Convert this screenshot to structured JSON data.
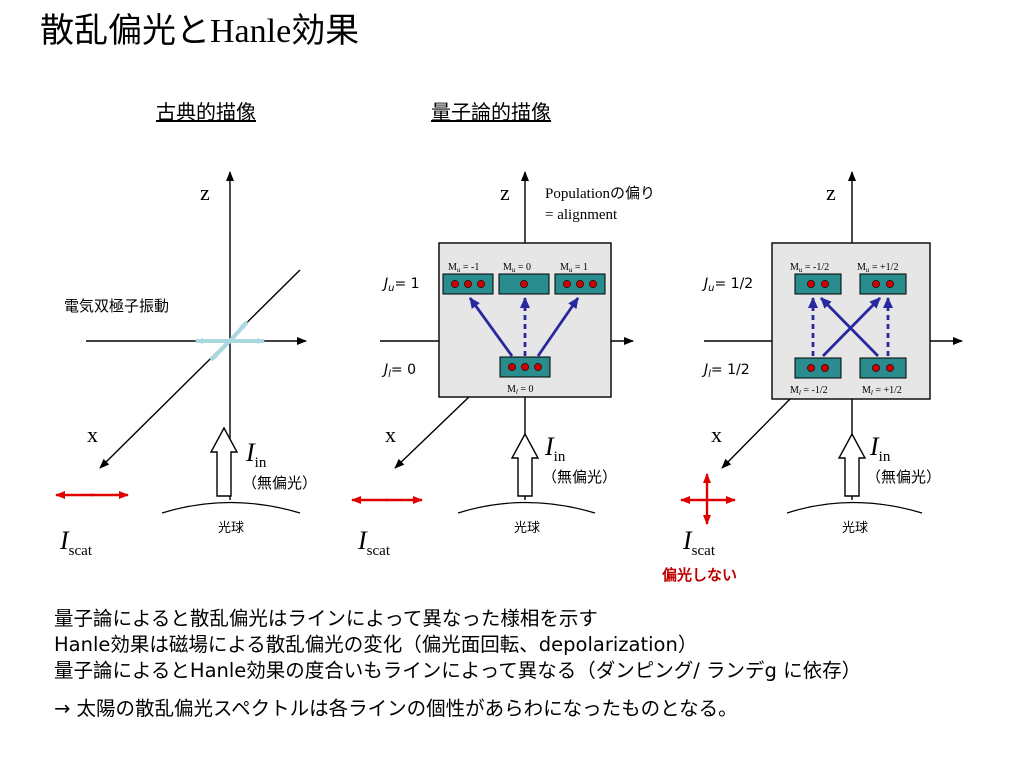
{
  "title": {
    "p1": "散乱偏光と",
    "p2": "Hanle",
    "p3": "効果"
  },
  "sections": {
    "classical": "古典的描像",
    "quantum": "量子論的描像"
  },
  "classical": {
    "z": "z",
    "x": "x",
    "dipole_label": "電気双極子振動",
    "photosphere": "光球",
    "i_in": "I",
    "i_in_sub": "in",
    "unpolarized": "（無偏光）",
    "i_scat": "I",
    "i_scat_sub": "scat"
  },
  "quantum1": {
    "z": "z",
    "x": "x",
    "population": "Populationの偏り",
    "alignment": "= alignment",
    "ju": {
      "j": "J",
      "sub": "u",
      "val": "= 1"
    },
    "jl": {
      "j": "J",
      "sub": "l",
      "val": "= 0"
    },
    "upper_levels": [
      {
        "m": "M",
        "sub": "u",
        "val": " = -1"
      },
      {
        "m": "M",
        "sub": "u",
        "val": " = 0"
      },
      {
        "m": "M",
        "sub": "u",
        "val": " = 1"
      }
    ],
    "lower_levels": [
      {
        "m": "M",
        "sub": "l",
        "val": " = 0"
      }
    ],
    "photosphere": "光球",
    "i_in": "I",
    "i_in_sub": "in",
    "unpolarized": "（無偏光）",
    "i_scat": "I",
    "i_scat_sub": "scat"
  },
  "quantum2": {
    "z": "z",
    "x": "x",
    "ju": {
      "j": "J",
      "sub": "u",
      "val": "= 1/2"
    },
    "jl": {
      "j": "J",
      "sub": "l",
      "val": "= 1/2"
    },
    "upper_levels": [
      {
        "m": "M",
        "sub": "u",
        "val": " = -1/2"
      },
      {
        "m": "M",
        "sub": "u",
        "val": " = +1/2"
      }
    ],
    "lower_levels": [
      {
        "m": "M",
        "sub": "l",
        "val": " = -1/2"
      },
      {
        "m": "M",
        "sub": "l",
        "val": " = +1/2"
      }
    ],
    "photosphere": "光球",
    "i_in": "I",
    "i_in_sub": "in",
    "unpolarized": "（無偏光）",
    "i_scat": "I",
    "i_scat_sub": "scat",
    "no_polarization": "偏光しない"
  },
  "bullets": [
    "量子論によると散乱偏光はラインによって異なった様相を示す",
    "Hanle効果は磁場による散乱偏光の変化（偏光面回転、depolarization）",
    "量子論によるとHanle効果の度合いもラインによって異なる（ダンピング/ ランデg に依存）"
  ],
  "conclusion": "→ 太陽の散乱偏光スペクトルは各ラインの個性があらわになったものとなる。",
  "colors": {
    "red_arrow": "#e00000",
    "red_text": "#c00000",
    "dipole": "#a8d8e0",
    "level_box": "#2a8c8c",
    "dot": "#d00000",
    "transition": "#2828a0",
    "panel_bg": "#e6e6e6"
  }
}
